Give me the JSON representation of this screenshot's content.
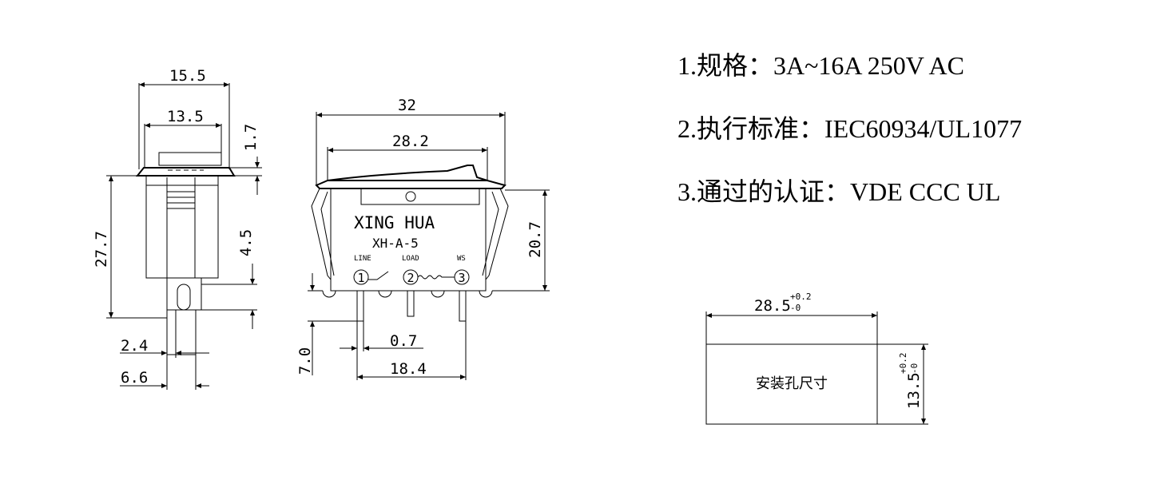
{
  "side_view": {
    "dims": {
      "width_outer": "15.5",
      "width_inner": "13.5",
      "rocker_height": "1.7",
      "body_height": "27.7",
      "terminal_offset": "4.5",
      "terminal_thickness": "2.4",
      "terminal_width": "6.6"
    }
  },
  "front_view": {
    "dims": {
      "overall_length": "32",
      "rocker_length": "28.2",
      "body_height": "20.7",
      "terminal_length": "7.0",
      "terminal_gap": "0.7",
      "terminal_span": "18.4"
    },
    "brand": "XING  HUA",
    "model": "XH-A-5",
    "pin_labels": [
      "LINE",
      "LOAD",
      "WS"
    ],
    "pin_numbers": [
      "1",
      "2",
      "3"
    ]
  },
  "specs": [
    "1.规格：3A~16A  250V  AC",
    "2.执行标准：IEC60934/UL1077",
    "3.通过的认证：VDE  CCC   UL"
  ],
  "cutout": {
    "label": "安装孔尺寸",
    "width": "28.5",
    "width_tol_upper": "+0.2",
    "width_tol_lower": "-0",
    "height": "13.5",
    "height_tol_upper": "+0.2",
    "height_tol_lower": "-0"
  }
}
